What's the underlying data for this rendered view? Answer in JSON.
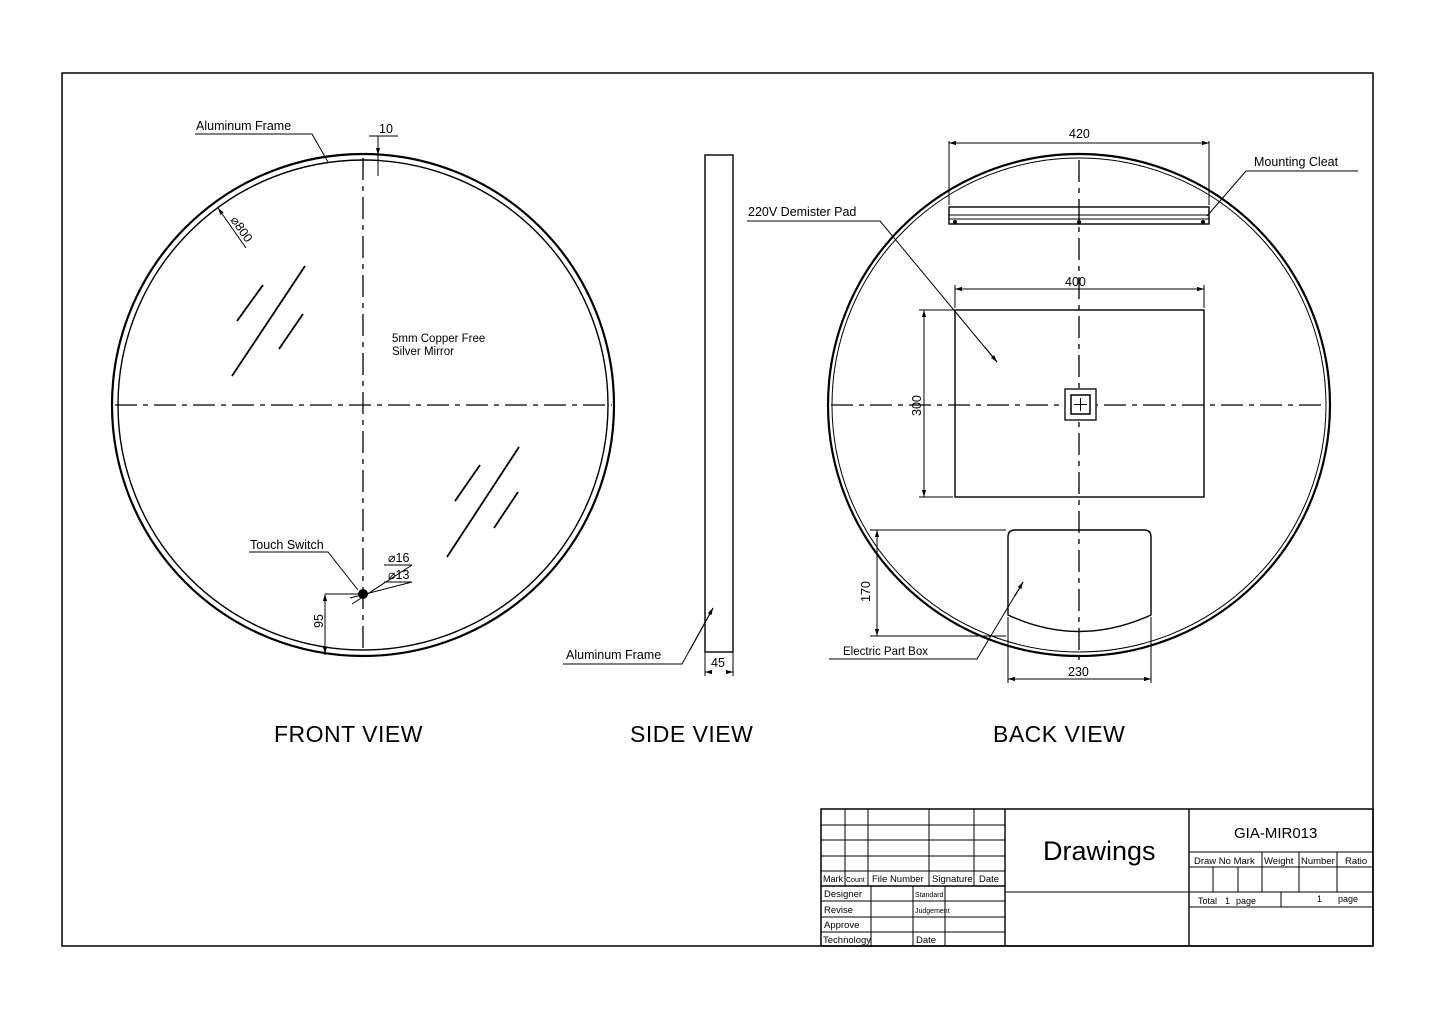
{
  "front_view": {
    "title": "FRONT VIEW",
    "labels": {
      "frame": "Aluminum Frame",
      "frame_width": "10",
      "diameter": "⌀800",
      "glass": "5mm Copper Free",
      "glass_line2": "Silver Mirror",
      "touch_switch": "Touch Switch",
      "switch_outer": "⌀16",
      "switch_inner": "⌀13",
      "switch_height": "95"
    }
  },
  "side_view": {
    "title": "SIDE VIEW",
    "labels": {
      "frame": "Aluminum Frame",
      "depth": "45"
    }
  },
  "back_view": {
    "title": "BACK VIEW",
    "labels": {
      "cleat_width": "420",
      "cleat": "Mounting Cleat",
      "demister": "220V Demister Pad",
      "pad_width": "400",
      "pad_height": "300",
      "box_height": "170",
      "box": "Electric Part Box",
      "box_width": "230"
    }
  },
  "title_block": {
    "left_headers": [
      "Mark",
      "Count",
      "File Number",
      "Signature",
      "Date"
    ],
    "roles": [
      "Designer",
      "Revise",
      "Approve",
      "Technology"
    ],
    "role_fields": [
      "Standard",
      "Judgement",
      "Date"
    ],
    "drawing_name": "Drawings",
    "drawing_number": "GIA-MIR013",
    "right_headers": [
      "Draw No Mark",
      "Weight",
      "Number",
      "Ratio"
    ],
    "total_label": "Total",
    "total_value": "1",
    "total_unit": "page",
    "page_value": "1",
    "page_unit": "page"
  }
}
